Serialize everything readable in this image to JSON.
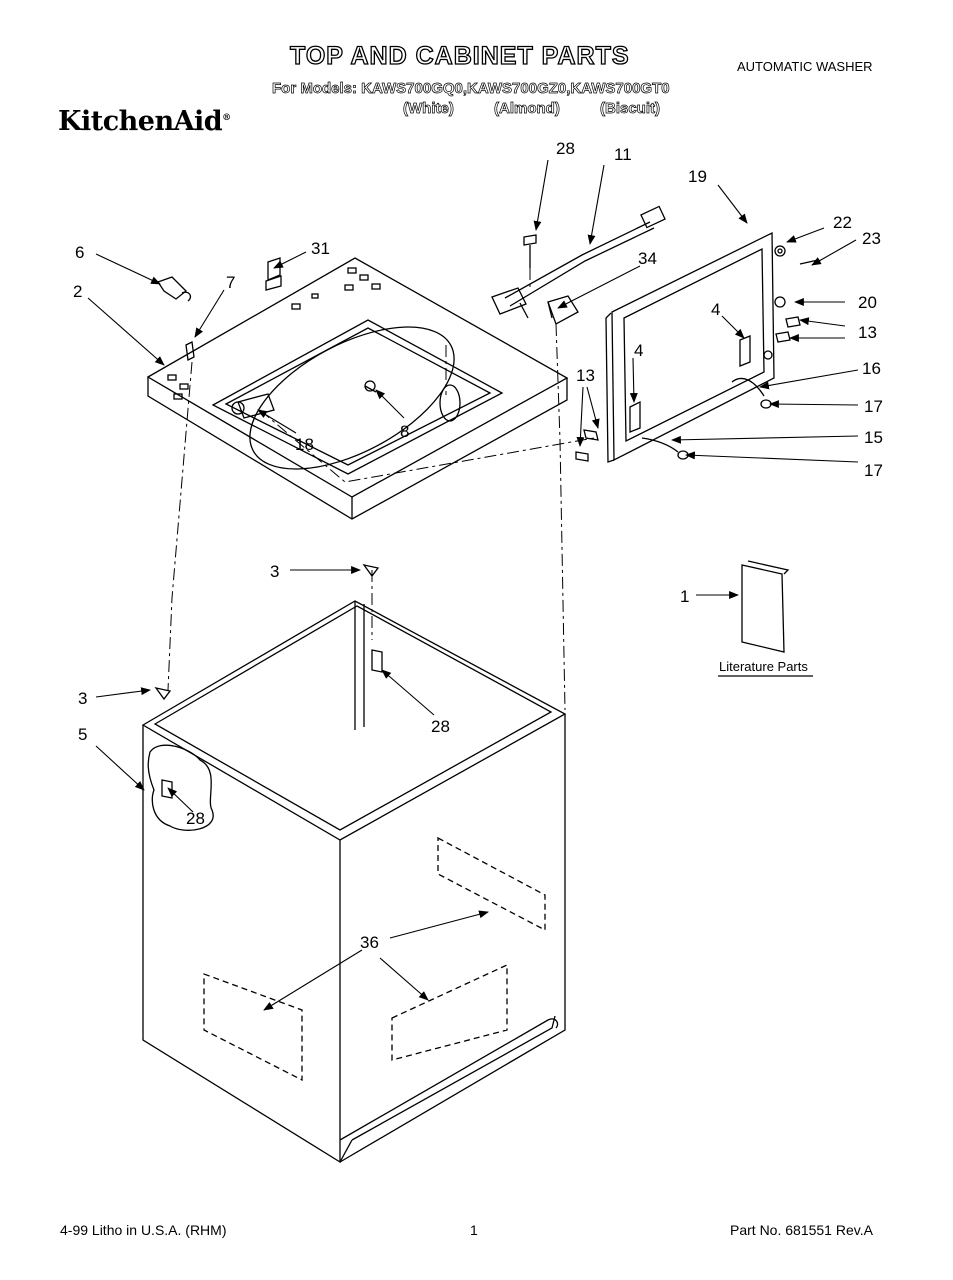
{
  "header": {
    "title": "TOP AND CABINET PARTS",
    "for_models": "For Models: KAWS700GQ0,KAWS700GZ0,KAWS700GT0",
    "colors": [
      "(White)",
      "(Almond)",
      "(Biscuit)"
    ],
    "brand": "KitchenAid",
    "product_type": "AUTOMATIC WASHER"
  },
  "diagram": {
    "callouts": {
      "c28_top": "28",
      "c11": "11",
      "c19": "19",
      "c22": "22",
      "c23": "23",
      "c6": "6",
      "c31": "31",
      "c34": "34",
      "c2": "2",
      "c7": "7",
      "c4_frame": "4",
      "c20": "20",
      "c13_right": "13",
      "c4_left": "4",
      "c16": "16",
      "c13_left": "13",
      "c17_upper": "17",
      "c15": "15",
      "c17_lower": "17",
      "c18": "18",
      "c8": "8",
      "c3_upper": "3",
      "c1": "1",
      "c28_middle": "28",
      "c3_lower": "3",
      "c5": "5",
      "c28_lower": "28",
      "c36": "36"
    },
    "literature_label": "Literature Parts"
  },
  "footer": {
    "litho": "4-99 Litho in U.S.A. (RHM)",
    "page": "1",
    "part_no": "Part No. 681551 Rev.A"
  }
}
